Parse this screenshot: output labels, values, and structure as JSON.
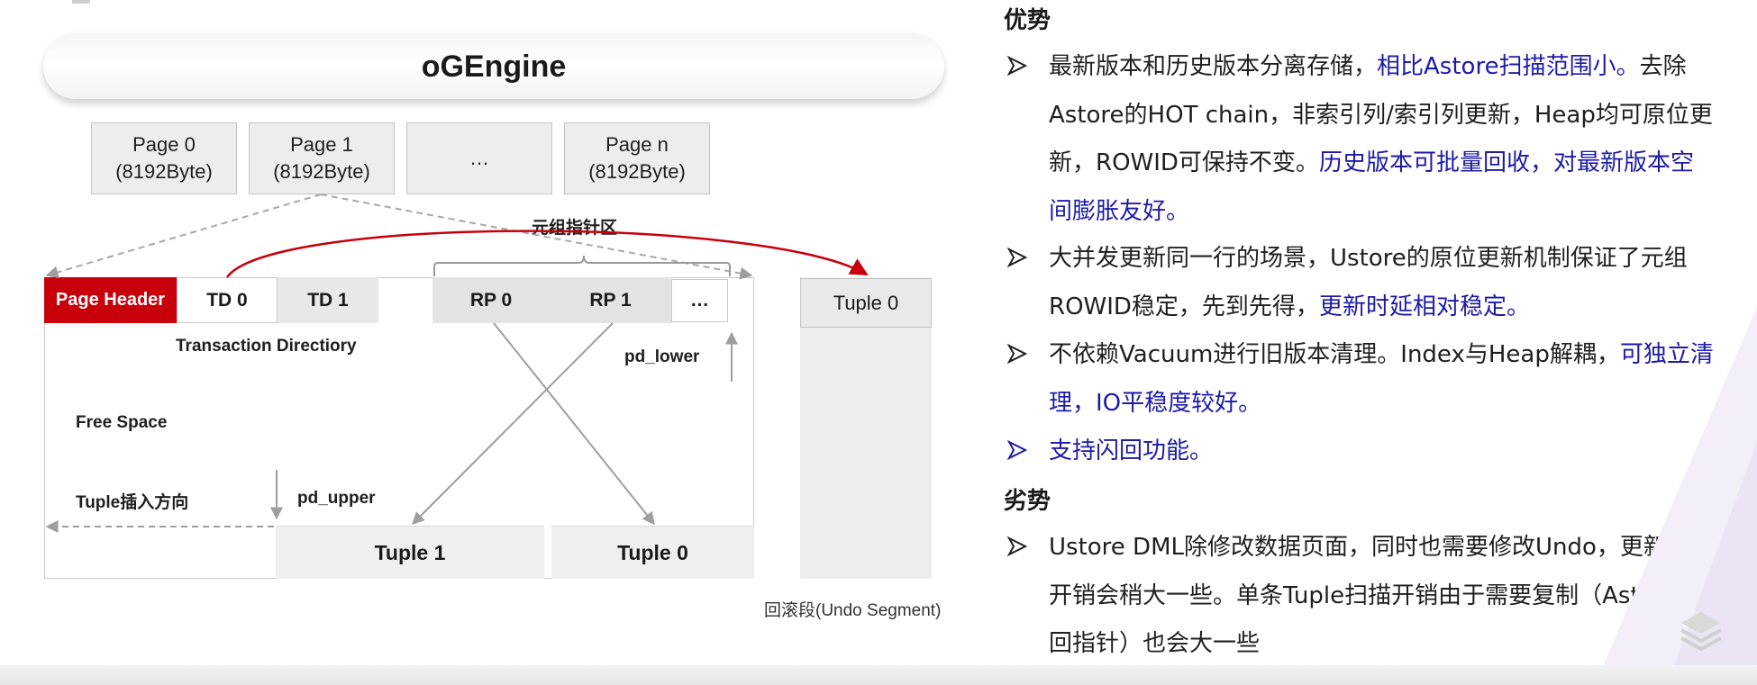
{
  "colors": {
    "accent_red": "#c8000b",
    "highlight_blue": "#1d1aa8",
    "text": "#1f1f1f",
    "box_grey": "#ededed"
  },
  "diagram": {
    "engine_title": "oGEngine",
    "pages": [
      {
        "name": "Page 0",
        "size": "(8192Byte)"
      },
      {
        "name": "Page 1",
        "size": "(8192Byte)"
      },
      {
        "name": "…",
        "size": ""
      },
      {
        "name": "Page n",
        "size": "(8192Byte)"
      }
    ],
    "tuple_pointer_area": "元组指针区",
    "page_header": "Page Header",
    "td0": "TD 0",
    "td1": "TD 1",
    "rp0": "RP 0",
    "rp1": "RP 1",
    "rp_more": "…",
    "transaction_directory": "Transaction Directiory",
    "pd_lower": "pd_lower",
    "free_space": "Free Space",
    "tuple_insert_direction": "Tuple插入方向",
    "pd_upper": "pd_upper",
    "tuple1": "Tuple 1",
    "tuple0": "Tuple 0",
    "undo_tuple": "Tuple 0",
    "undo_segment": "回滚段(Undo Segment)"
  },
  "advantages": {
    "heading": "优势",
    "items": [
      {
        "pre": "最新版本和历史版本分离存储，",
        "hl1": "相比Astore扫描范围小。",
        "mid": "去除Astore的HOT chain，非索引列/索引列更新，Heap均可原位更新，ROWID可保持不变。",
        "hl2": "历史版本可批量回收，对最新版本空间膨胀友好。",
        "post": ""
      },
      {
        "pre": "大并发更新同一行的场景，Ustore的原位更新机制保证了元组ROWID稳定，先到先得，",
        "hl1": "更新时延相对稳定。",
        "mid": "",
        "hl2": "",
        "post": ""
      },
      {
        "pre": "不依赖Vacuum进行旧版本清理。Index与Heap解耦，",
        "hl1": "可独立清理，IO平稳度较好。",
        "mid": "",
        "hl2": "",
        "post": ""
      },
      {
        "pre": "",
        "hl1": "支持闪回功能。",
        "mid": "",
        "hl2": "",
        "post": ""
      }
    ]
  },
  "disadvantages": {
    "heading": "劣势",
    "items": [
      {
        "pre": "Ustore DML除修改数据页面，同时也需要修改Undo，更新操作开销会稍大一些。单条Tuple扫描开销由于需要复制（Astore返回指针）也会大一些",
        "hl1": "",
        "mid": "",
        "hl2": "",
        "post": ""
      }
    ]
  },
  "icons": {
    "bullet": "arrowhead-bullet-icon",
    "logo": "stacked-layers-logo-icon"
  }
}
